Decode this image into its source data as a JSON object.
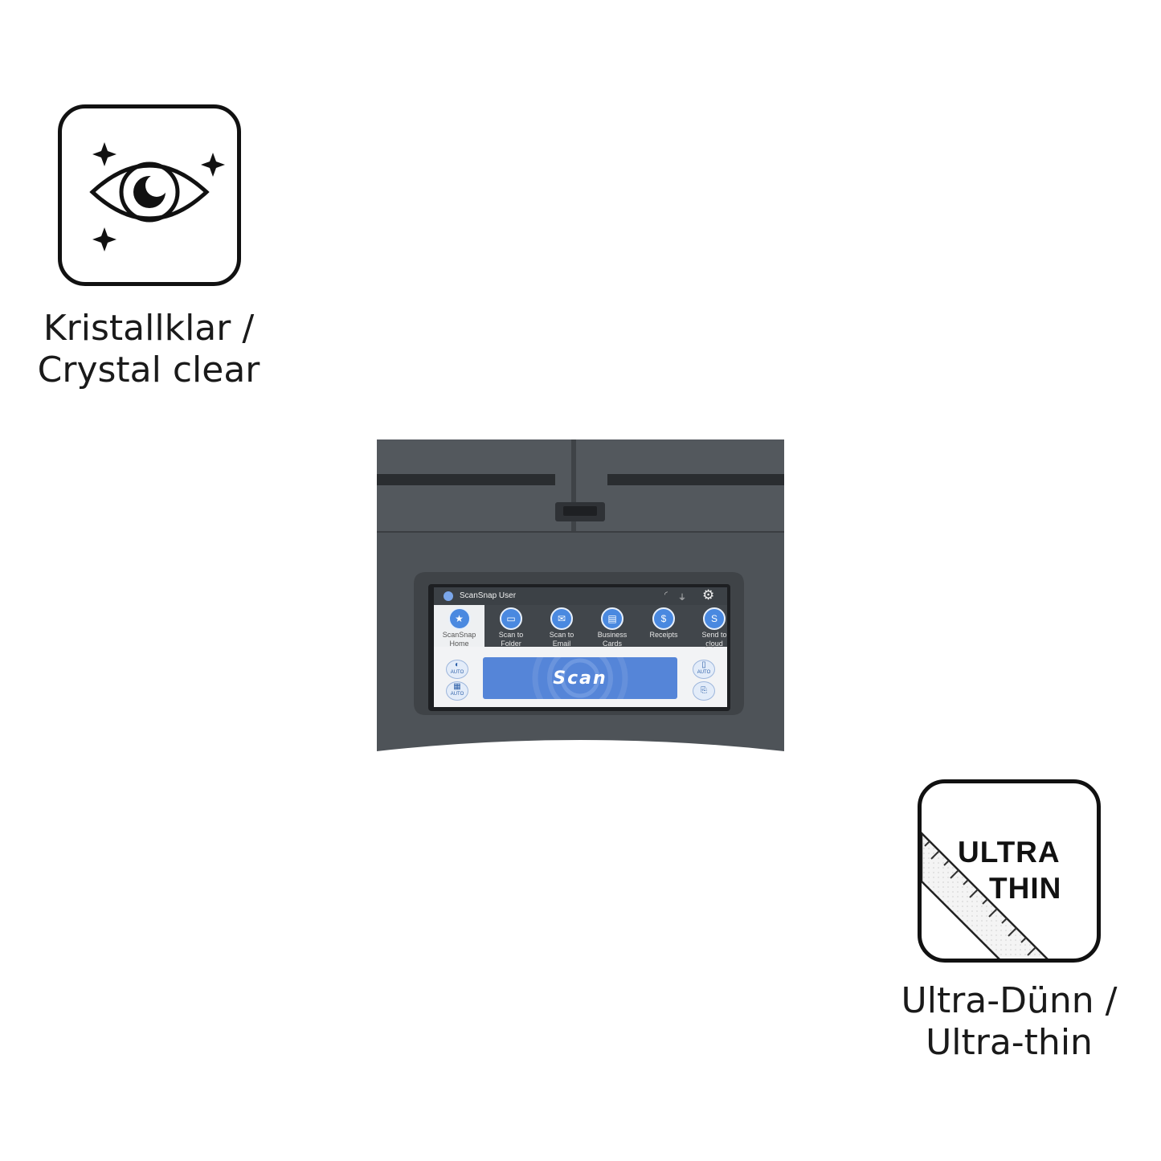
{
  "features": {
    "crystal": {
      "icon": "eye-sparkle-icon",
      "caption_line1": "Kristallklar /",
      "caption_line2": "Crystal clear"
    },
    "ultra_thin": {
      "icon": "ruler-icon",
      "badge_line1": "ULTRA",
      "badge_line2": "THIN",
      "caption_line1": "Ultra-Dünn /",
      "caption_line2": "Ultra-thin"
    }
  },
  "scanner_screen": {
    "user_name": "ScanSnap User",
    "status_icons": [
      "wifi-icon",
      "usb-icon",
      "gear-icon"
    ],
    "profiles": [
      {
        "line1": "ScanSnap",
        "line2": "Home",
        "icon": "star-icon"
      },
      {
        "line1": "Scan to",
        "line2": "Folder",
        "icon": "folder-icon"
      },
      {
        "line1": "Scan to",
        "line2": "Email",
        "icon": "mail-icon"
      },
      {
        "line1": "Business",
        "line2": "Cards",
        "icon": "card-icon"
      },
      {
        "line1": "Receipts",
        "line2": "",
        "icon": "receipt-icon"
      },
      {
        "line1": "Send to",
        "line2": "cloud",
        "icon": "cloud-icon"
      }
    ],
    "side_left": [
      {
        "label": "AUTO",
        "icon": "color-mode-icon"
      },
      {
        "label": "AUTO",
        "icon": "resolution-icon"
      }
    ],
    "side_right": [
      {
        "label": "AUTO",
        "icon": "paper-size-icon"
      },
      {
        "label": "",
        "icon": "feed-option-icon"
      }
    ],
    "scan_button": "Scan",
    "colors": {
      "accent": "#5585d8",
      "device": "#4b5056"
    }
  }
}
